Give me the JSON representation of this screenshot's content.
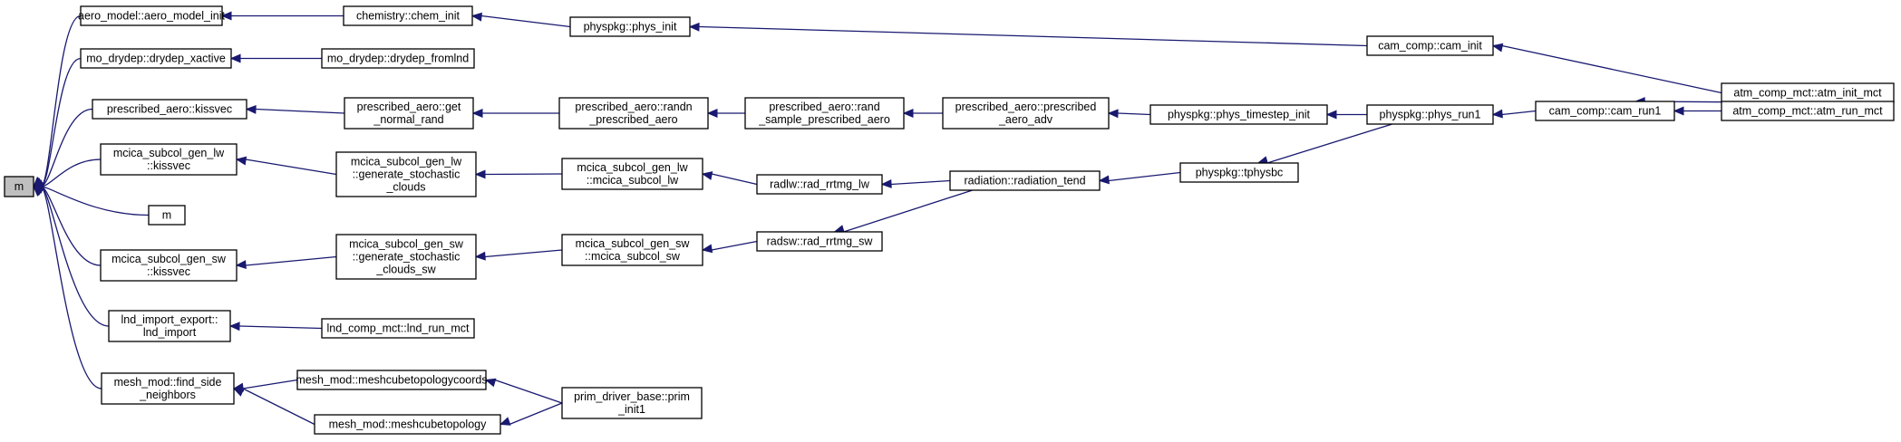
{
  "nodes": [
    {
      "id": "m_root",
      "lines": [
        "m"
      ],
      "root": true
    },
    {
      "id": "aero_init",
      "lines": [
        "aero_model::aero_model_init"
      ]
    },
    {
      "id": "chem_init",
      "lines": [
        "chemistry::chem_init"
      ]
    },
    {
      "id": "phys_init",
      "lines": [
        "physpkg::phys_init"
      ]
    },
    {
      "id": "cam_init",
      "lines": [
        "cam_comp::cam_init"
      ]
    },
    {
      "id": "atm_init",
      "lines": [
        "atm_comp_mct::atm_init_mct"
      ]
    },
    {
      "id": "drydep_xactive",
      "lines": [
        "mo_drydep::drydep_xactive"
      ]
    },
    {
      "id": "drydep_fromlnd",
      "lines": [
        "mo_drydep::drydep_fromlnd"
      ]
    },
    {
      "id": "pa_kissvec",
      "lines": [
        "prescribed_aero::kissvec"
      ]
    },
    {
      "id": "pa_get_normal",
      "lines": [
        "prescribed_aero::get",
        "_normal_rand"
      ]
    },
    {
      "id": "pa_randn",
      "lines": [
        "prescribed_aero::randn",
        "_prescribed_aero"
      ]
    },
    {
      "id": "pa_rand_sample",
      "lines": [
        "prescribed_aero::rand",
        "_sample_prescribed_aero"
      ]
    },
    {
      "id": "pa_adv",
      "lines": [
        "prescribed_aero::prescribed",
        "_aero_adv"
      ]
    },
    {
      "id": "phys_timestep_init",
      "lines": [
        "physpkg::phys_timestep_init"
      ]
    },
    {
      "id": "phys_run1",
      "lines": [
        "physpkg::phys_run1"
      ]
    },
    {
      "id": "cam_run1",
      "lines": [
        "cam_comp::cam_run1"
      ]
    },
    {
      "id": "atm_run",
      "lines": [
        "atm_comp_mct::atm_run_mct"
      ]
    },
    {
      "id": "lw_kissvec",
      "lines": [
        "mcica_subcol_gen_lw",
        "::kissvec"
      ]
    },
    {
      "id": "lw_gen_stoch",
      "lines": [
        "mcica_subcol_gen_lw",
        "::generate_stochastic",
        "_clouds"
      ]
    },
    {
      "id": "lw_mcica",
      "lines": [
        "mcica_subcol_gen_lw",
        "::mcica_subcol_lw"
      ]
    },
    {
      "id": "rad_rrtmg_lw",
      "lines": [
        "radlw::rad_rrtmg_lw"
      ]
    },
    {
      "id": "radiation_tend",
      "lines": [
        "radiation::radiation_tend"
      ]
    },
    {
      "id": "tphysbc",
      "lines": [
        "physpkg::tphysbc"
      ]
    },
    {
      "id": "m_leaf",
      "lines": [
        "m"
      ]
    },
    {
      "id": "sw_kissvec",
      "lines": [
        "mcica_subcol_gen_sw",
        "::kissvec"
      ]
    },
    {
      "id": "sw_gen_stoch",
      "lines": [
        "mcica_subcol_gen_sw",
        "::generate_stochastic",
        "_clouds_sw"
      ]
    },
    {
      "id": "sw_mcica",
      "lines": [
        "mcica_subcol_gen_sw",
        "::mcica_subcol_sw"
      ]
    },
    {
      "id": "rad_rrtmg_sw",
      "lines": [
        "radsw::rad_rrtmg_sw"
      ]
    },
    {
      "id": "lnd_import",
      "lines": [
        "lnd_import_export::",
        "lnd_import"
      ]
    },
    {
      "id": "lnd_run",
      "lines": [
        "lnd_comp_mct::lnd_run_mct"
      ]
    },
    {
      "id": "find_side",
      "lines": [
        "mesh_mod::find_side",
        "_neighbors"
      ]
    },
    {
      "id": "meshcube_coords",
      "lines": [
        "mesh_mod::meshcubetopologycoords"
      ]
    },
    {
      "id": "meshcube",
      "lines": [
        "mesh_mod::meshcubetopology"
      ]
    },
    {
      "id": "prim_init1",
      "lines": [
        "prim_driver_base::prim",
        "_init1"
      ]
    }
  ],
  "edges": [
    {
      "from": "aero_init",
      "to": "m_root"
    },
    {
      "from": "drydep_xactive",
      "to": "m_root"
    },
    {
      "from": "pa_kissvec",
      "to": "m_root"
    },
    {
      "from": "lw_kissvec",
      "to": "m_root"
    },
    {
      "from": "m_leaf",
      "to": "m_root"
    },
    {
      "from": "sw_kissvec",
      "to": "m_root"
    },
    {
      "from": "lnd_import",
      "to": "m_root"
    },
    {
      "from": "find_side",
      "to": "m_root"
    },
    {
      "from": "chem_init",
      "to": "aero_init"
    },
    {
      "from": "phys_init",
      "to": "chem_init"
    },
    {
      "from": "cam_init",
      "to": "phys_init"
    },
    {
      "from": "atm_init",
      "to": "cam_init"
    },
    {
      "from": "drydep_fromlnd",
      "to": "drydep_xactive"
    },
    {
      "from": "pa_get_normal",
      "to": "pa_kissvec"
    },
    {
      "from": "pa_randn",
      "to": "pa_get_normal"
    },
    {
      "from": "pa_rand_sample",
      "to": "pa_randn"
    },
    {
      "from": "pa_adv",
      "to": "pa_rand_sample"
    },
    {
      "from": "phys_timestep_init",
      "to": "pa_adv"
    },
    {
      "from": "phys_run1",
      "to": "phys_timestep_init"
    },
    {
      "from": "cam_run1",
      "to": "phys_run1"
    },
    {
      "from": "atm_init",
      "to": "cam_run1"
    },
    {
      "from": "atm_run",
      "to": "cam_run1"
    },
    {
      "from": "lw_gen_stoch",
      "to": "lw_kissvec"
    },
    {
      "from": "lw_mcica",
      "to": "lw_gen_stoch"
    },
    {
      "from": "rad_rrtmg_lw",
      "to": "lw_mcica"
    },
    {
      "from": "radiation_tend",
      "to": "rad_rrtmg_lw"
    },
    {
      "from": "tphysbc",
      "to": "radiation_tend"
    },
    {
      "from": "phys_run1",
      "to": "tphysbc"
    },
    {
      "from": "sw_gen_stoch",
      "to": "sw_kissvec"
    },
    {
      "from": "sw_mcica",
      "to": "sw_gen_stoch"
    },
    {
      "from": "rad_rrtmg_sw",
      "to": "sw_mcica"
    },
    {
      "from": "radiation_tend",
      "to": "rad_rrtmg_sw"
    },
    {
      "from": "lnd_run",
      "to": "lnd_import"
    },
    {
      "from": "meshcube_coords",
      "to": "find_side"
    },
    {
      "from": "meshcube",
      "to": "find_side"
    },
    {
      "from": "prim_init1",
      "to": "meshcube_coords"
    },
    {
      "from": "prim_init1",
      "to": "meshcube"
    }
  ]
}
